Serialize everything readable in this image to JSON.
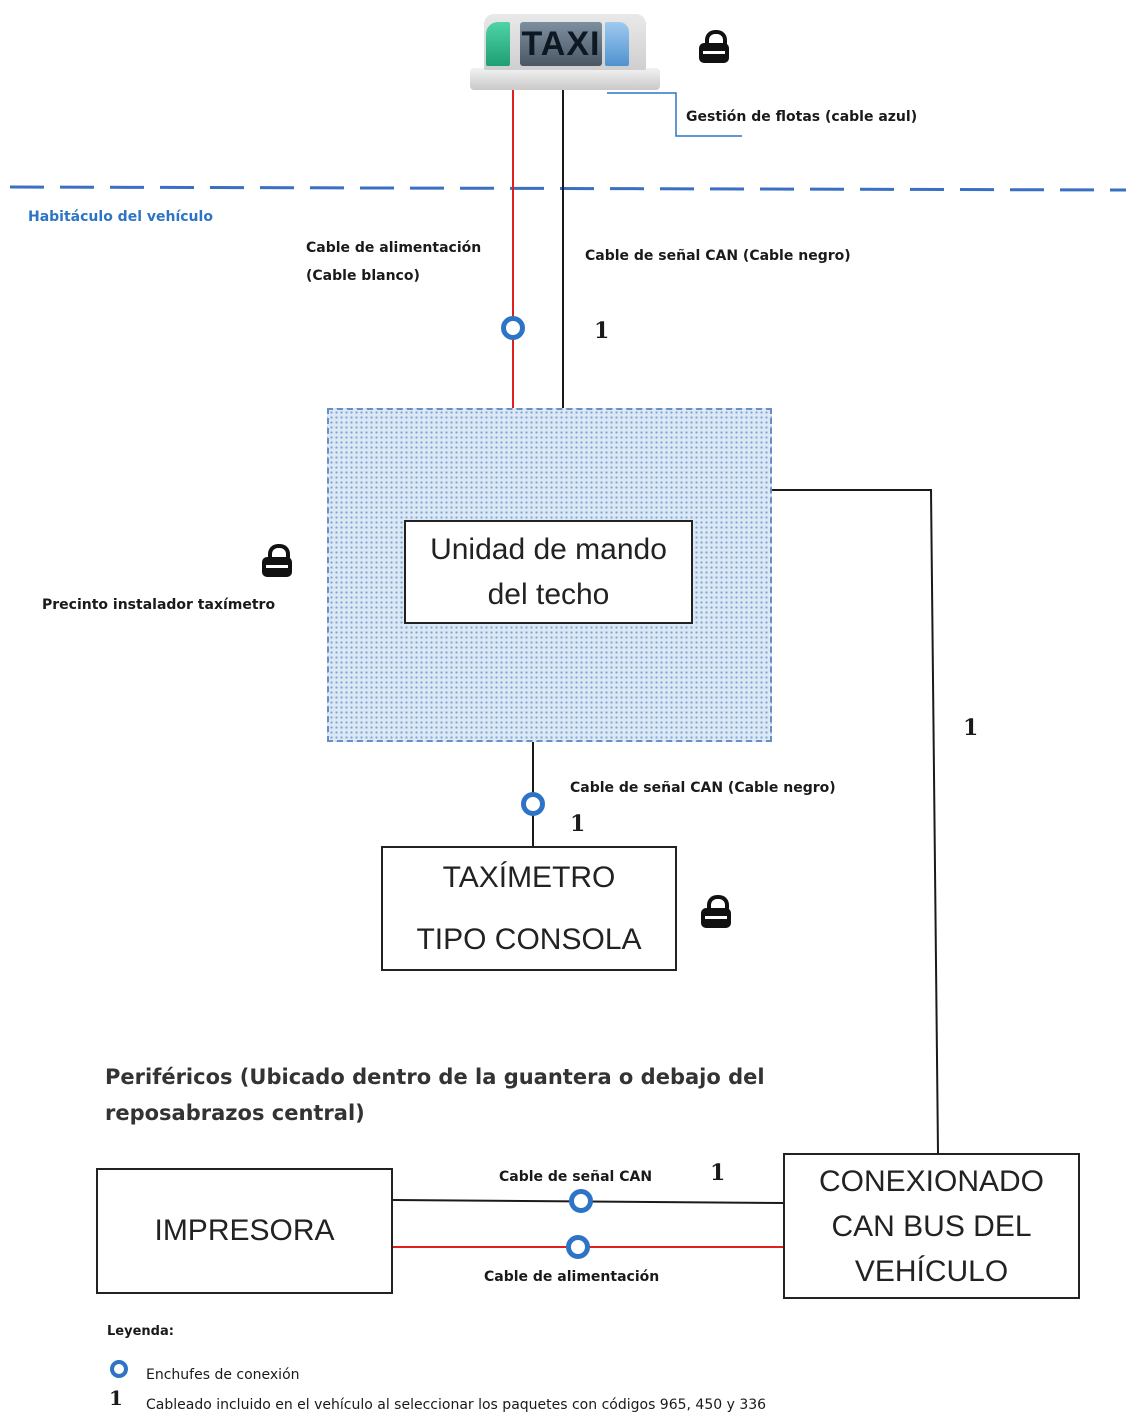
{
  "taxi_sign": {
    "text": "TAXI"
  },
  "labels": {
    "fleet": "Gestión de flotas (cable azul)",
    "cabin": "Habitáculo del vehículo",
    "power_cable_1": "Cable de alimentación",
    "power_cable_2": "(Cable blanco)",
    "can_cable_top": "Cable de señal CAN (Cable negro)",
    "can_cable_mid": "Cable de señal CAN (Cable negro)",
    "seal": "Precinto instalador taxímetro",
    "peripherals_1": "Periféricos (Ubicado dentro de la guantera o debajo del",
    "peripherals_2": "reposabrazos central)",
    "can_cable_bottom": "Cable de señal CAN",
    "power_cable_bottom": "Cable de alimentación"
  },
  "markers": {
    "top": "1",
    "right": "1",
    "mid": "1",
    "bottom": "1"
  },
  "boxes": {
    "roof_unit_1": "Unidad de mando",
    "roof_unit_2": "del techo",
    "taximeter_1": "TAXÍMETRO",
    "taximeter_2": "TIPO CONSOLA",
    "printer": "IMPRESORA",
    "canbus_1": "CONEXIONADO",
    "canbus_2": "CAN BUS DEL",
    "canbus_3": "VEHÍCULO"
  },
  "legend": {
    "title": "Leyenda:",
    "plug_text": "Enchufes de conexión",
    "number": "1",
    "number_text": "Cableado incluido en el vehículo al seleccionar los paquetes con códigos 965, 450 y 336"
  },
  "colors": {
    "power_wire": "#e02020",
    "signal_wire": "#1a1a1a",
    "fleet_wire": "#2e74c6",
    "plug": "#2e74c6",
    "boundary": "#3a6fc4"
  }
}
